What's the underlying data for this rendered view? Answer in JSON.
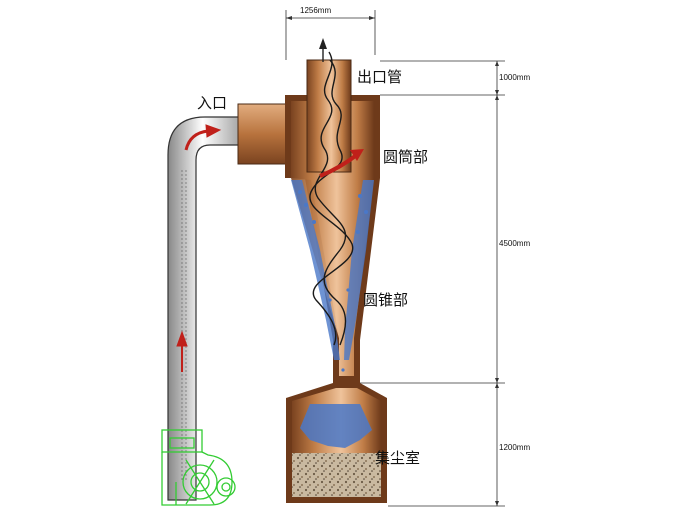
{
  "labels": {
    "inlet": "入口",
    "outlet_pipe": "出口管",
    "cylinder": "圆筒部",
    "cone": "圆锥部",
    "dust_chamber": "集尘室"
  },
  "dimensions": {
    "top_width": "1256mm",
    "outlet_height": "1000mm",
    "body_height": "4500mm",
    "chamber_height": "1200mm"
  },
  "colors": {
    "body_copper": "#b8733e",
    "body_light": "#e7b88d",
    "dust_blue": "#4a78c8",
    "arrow_red": "#c0201a",
    "fan_green": "#33cc33"
  }
}
